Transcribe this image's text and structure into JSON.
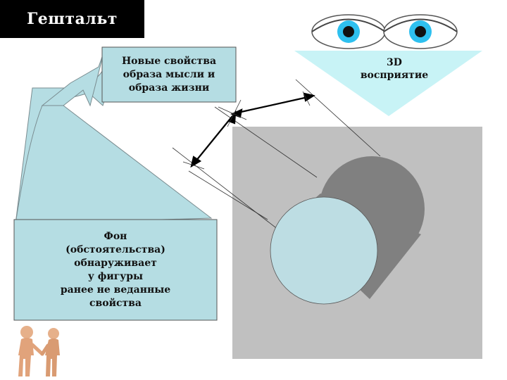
{
  "title": "Гештальт",
  "top_box": {
    "lines": [
      "Новые свойства",
      "образа мысли и",
      "образа жизни"
    ]
  },
  "bottom_box": {
    "lines": [
      "Фон",
      "(обстоятельства)",
      "обнаруживает",
      "у фигуры",
      "ранее не веданные",
      "свойства"
    ]
  },
  "perception_label": {
    "lines": [
      "3D",
      "восприятие"
    ]
  },
  "icons": [
    "left-eye-icon",
    "right-eye-icon",
    "two-figures-shaking-hands-icon"
  ],
  "colors": {
    "box_fill": "#b5dde3",
    "arrow_fill": "#b5dde3",
    "cone_fill": "#c8f3f6",
    "square_fill": "#c0c0c0",
    "back_circle_fill": "#808080",
    "front_circle_fill": "#bddde3",
    "iris": "#2ec0ef",
    "title_bg": "#000000",
    "title_text": "#ffffff"
  }
}
